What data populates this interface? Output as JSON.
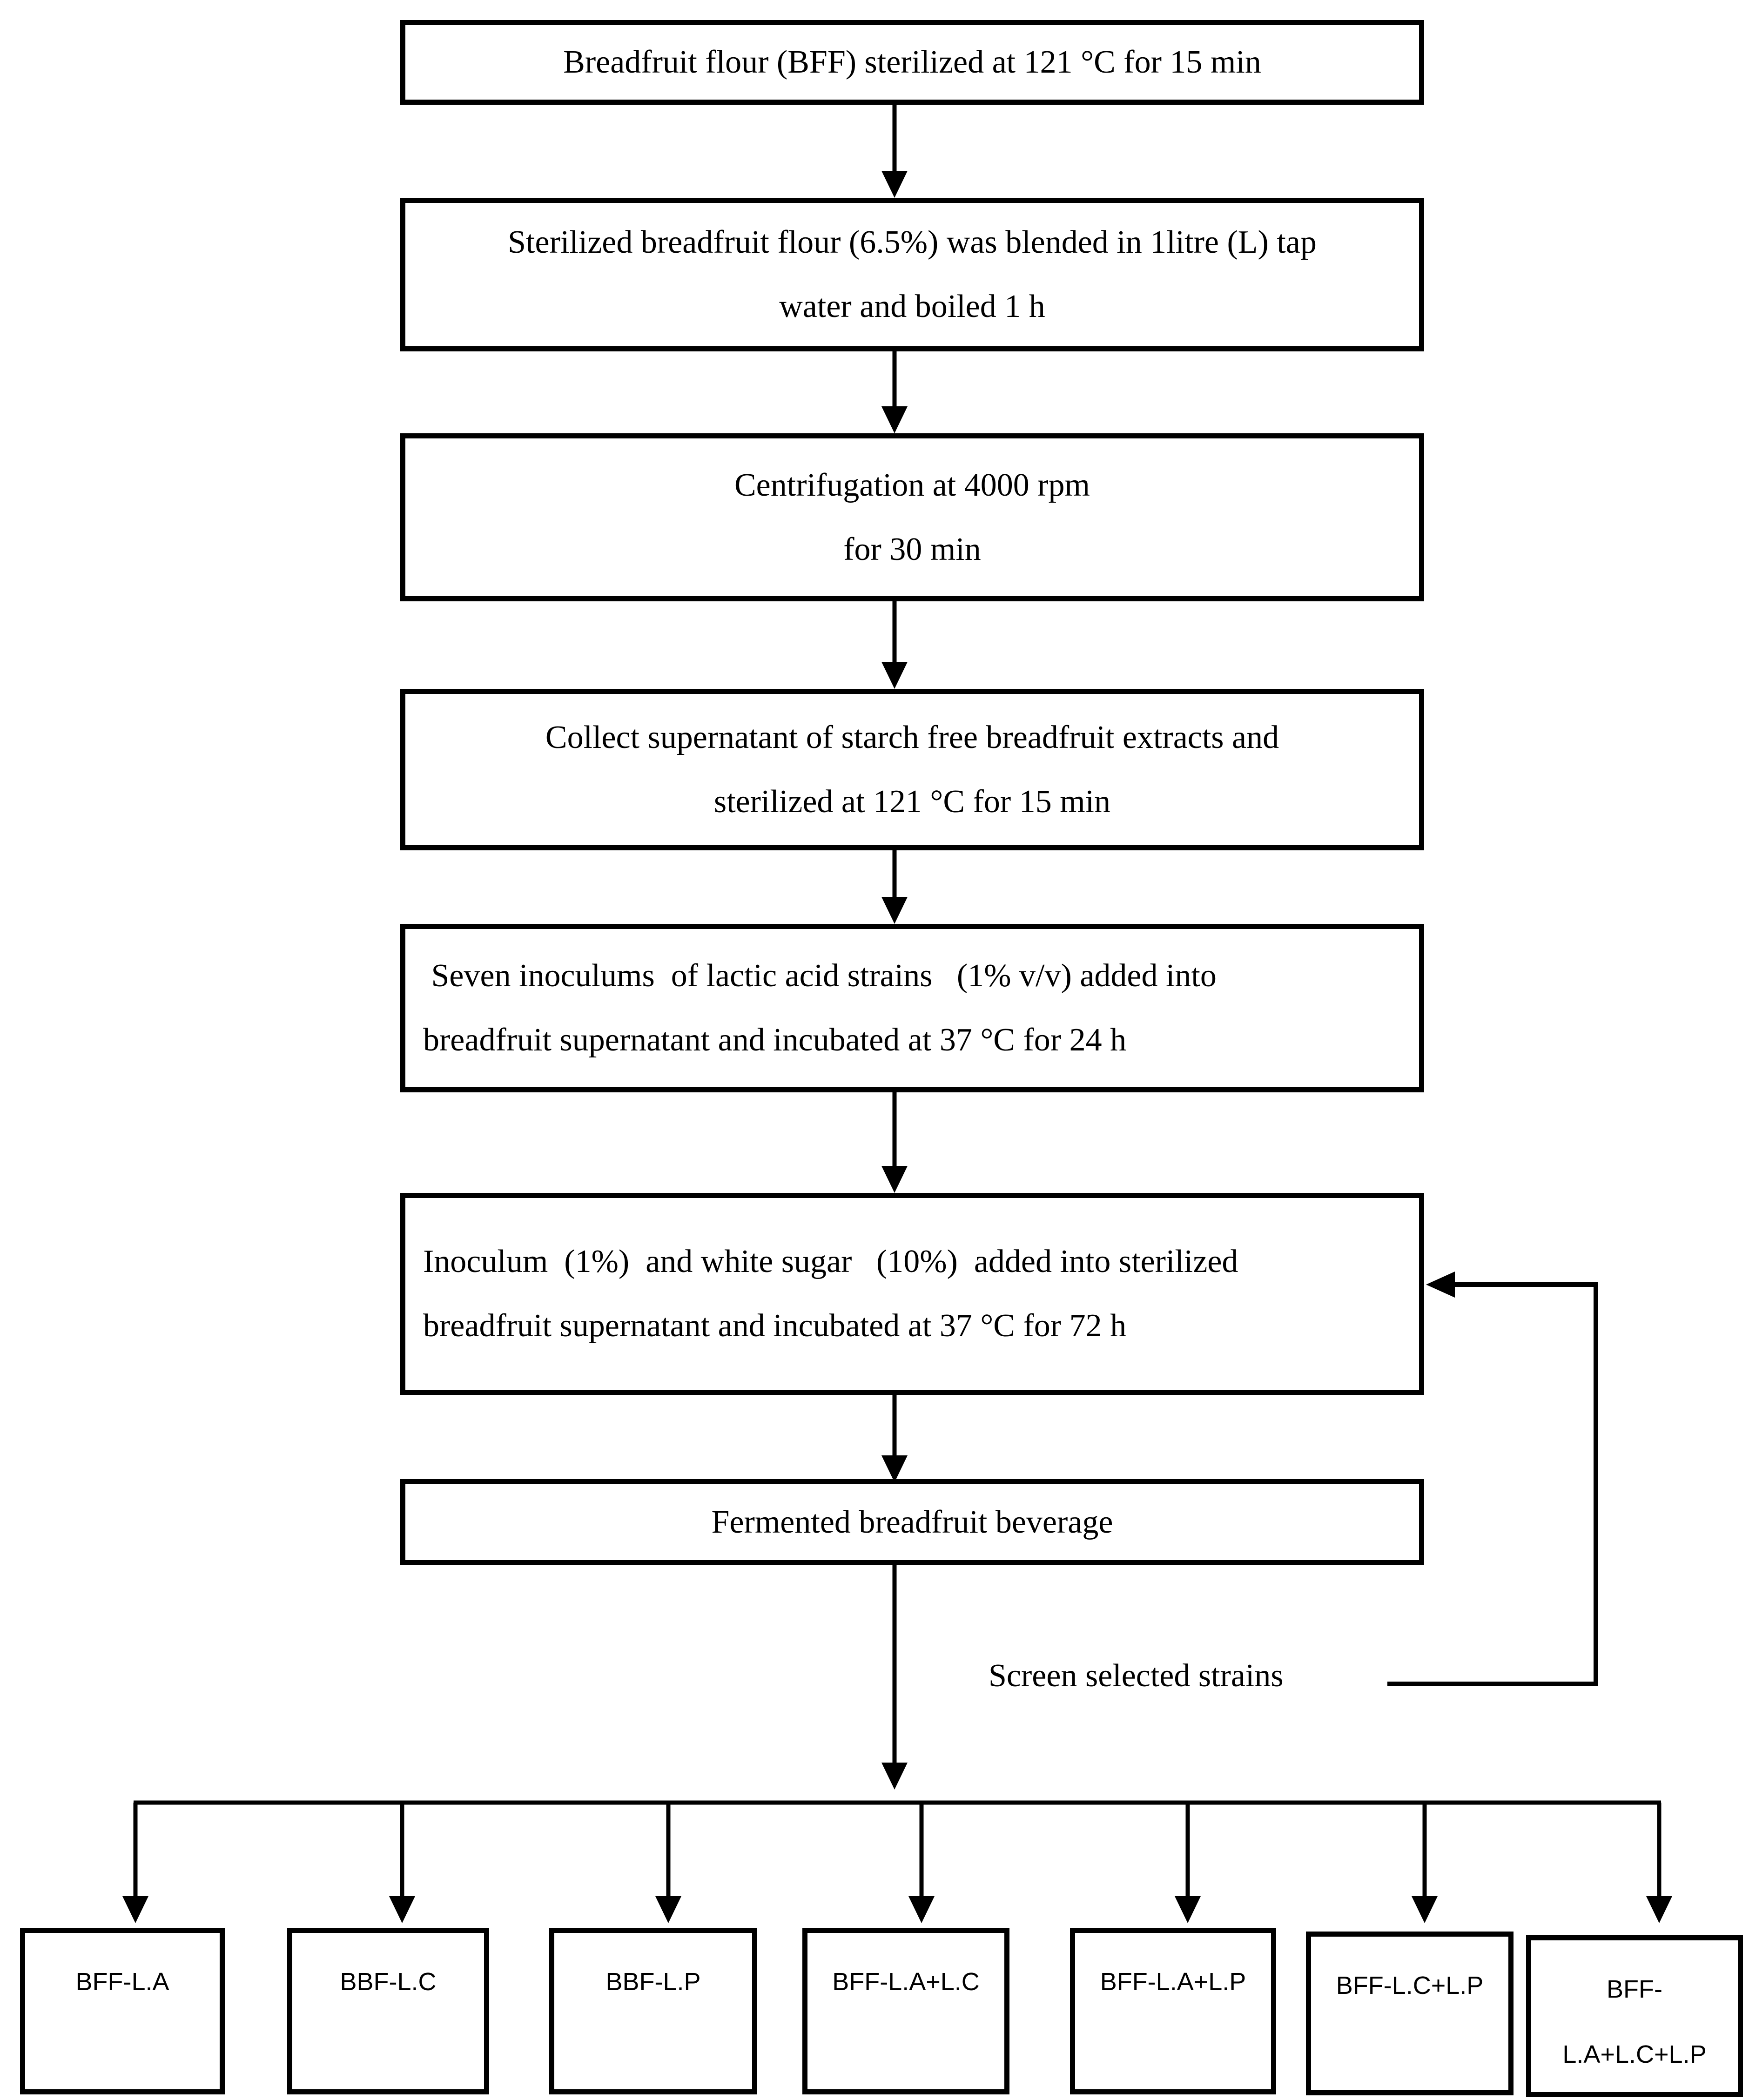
{
  "diagram": {
    "background_color": "#ffffff",
    "line_color": "#000000",
    "steps": [
      {
        "lines": [
          "Breadfruit flour (BFF) sterilized at 121 °C for 15 min"
        ]
      },
      {
        "lines": [
          "Sterilized breadfruit flour (6.5%) was blended in 1litre (L) tap",
          "water and boiled 1 h"
        ]
      },
      {
        "lines": [
          "Centrifugation at 4000 rpm",
          "for 30 min"
        ]
      },
      {
        "lines": [
          "Collect supernatant of starch free breadfruit extracts and",
          "sterilized at 121 °C for 15 min"
        ]
      },
      {
        "lines": [
          " Seven inoculums  of lactic acid strains   (1% v/v) added into",
          "breadfruit supernatant and incubated at 37 °C for 24 h"
        ]
      },
      {
        "lines": [
          "Inoculum  (1%)  and white sugar   (10%)  added into sterilized",
          "breadfruit supernatant and incubated at 37 °C for 72 h"
        ]
      },
      {
        "lines": [
          "Fermented breadfruit beverage"
        ]
      }
    ],
    "feedback_label": "Screen selected strains",
    "results": [
      {
        "lines": [
          "BFF-L.A"
        ]
      },
      {
        "lines": [
          "BBF-L.C"
        ]
      },
      {
        "lines": [
          "BBF-L.P"
        ]
      },
      {
        "lines": [
          "BFF-L.A+L.C"
        ]
      },
      {
        "lines": [
          "BFF-L.A+L.P"
        ]
      },
      {
        "lines": [
          "BFF-L.C+L.P"
        ]
      },
      {
        "lines": [
          "BFF-",
          "L.A+L.C+L.P"
        ]
      }
    ]
  }
}
